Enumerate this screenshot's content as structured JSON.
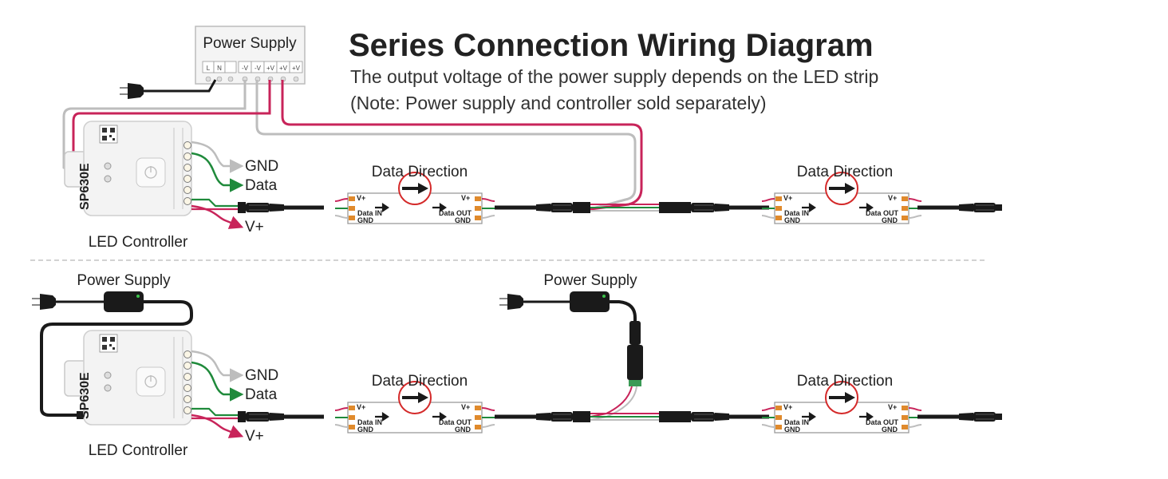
{
  "title": "Series Connection Wiring Diagram",
  "subtitle_1": "The output voltage of the power supply depends on the LED strip",
  "subtitle_2": "(Note: Power supply and controller sold separately)",
  "power_supply_box": {
    "label": "Power Supply",
    "terminals": [
      "L",
      "N",
      "",
      "-V",
      "-V",
      "+V",
      "+V"
    ]
  },
  "controller": {
    "label": "LED Controller",
    "model": "SP630E",
    "ports": {
      "gnd": "GND",
      "data": "Data",
      "vplus": "V+"
    }
  },
  "strip": {
    "direction_label": "Data Direction",
    "vplus": "V+",
    "data_in": "Data IN",
    "data_out": "Data OUT",
    "gnd": "GND"
  },
  "adapter_label": "Power Supply",
  "colors": {
    "red_wire": "#c8245a",
    "green_wire": "#1f8a3b",
    "gray_wire": "#bdbdbd",
    "black_cable": "#1a1a1a",
    "pad": "#e08a2c",
    "arrow_circle": "#d42a2a"
  }
}
